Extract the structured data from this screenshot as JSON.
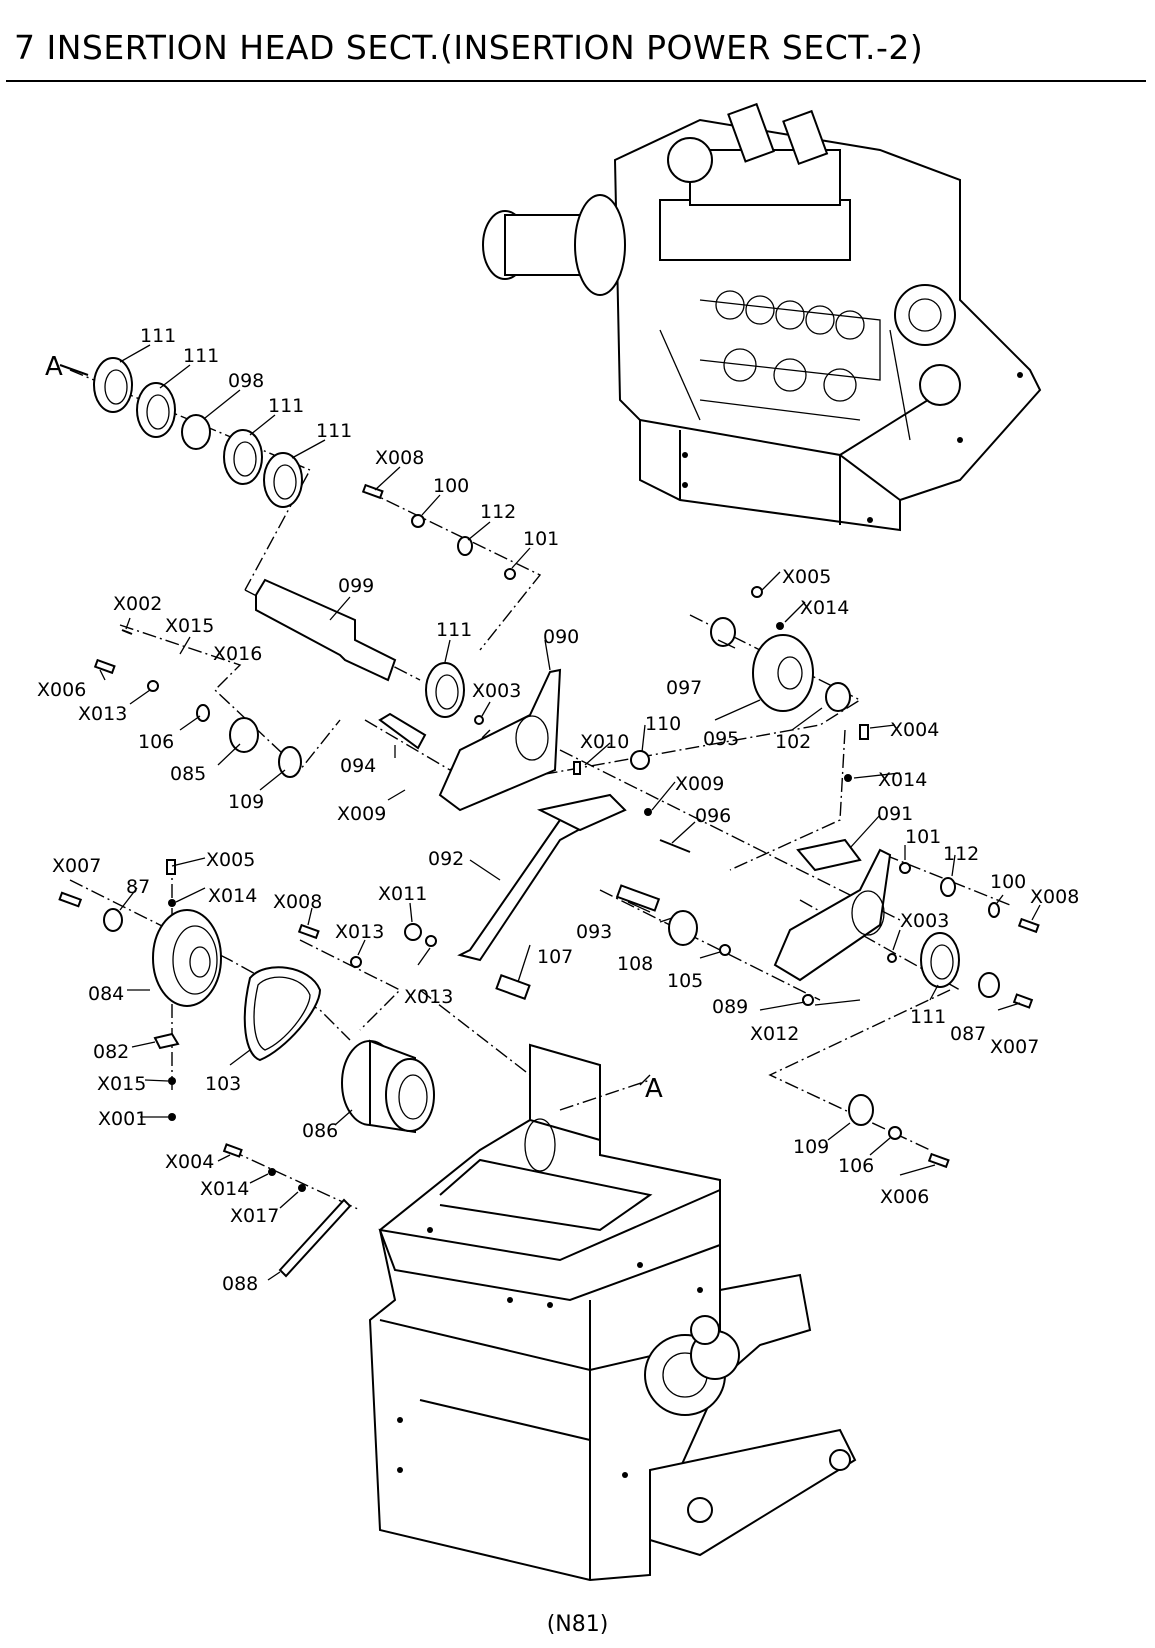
{
  "page": {
    "title": "7 INSERTION HEAD SECT.(INSERTION POWER SECT.-2)",
    "footer": "(N81)"
  },
  "callouts": [
    {
      "id": "c1",
      "text": "111"
    },
    {
      "id": "c2",
      "text": "111"
    },
    {
      "id": "c3",
      "text": "098"
    },
    {
      "id": "c4",
      "text": "111"
    },
    {
      "id": "c5",
      "text": "111"
    },
    {
      "id": "c6",
      "text": "A"
    },
    {
      "id": "c7",
      "text": "X008"
    },
    {
      "id": "c8",
      "text": "100"
    },
    {
      "id": "c9",
      "text": "112"
    },
    {
      "id": "c10",
      "text": "101"
    },
    {
      "id": "c11",
      "text": "099"
    },
    {
      "id": "c12",
      "text": "X002"
    },
    {
      "id": "c13",
      "text": "X015"
    },
    {
      "id": "c14",
      "text": "X016"
    },
    {
      "id": "c15",
      "text": "X006"
    },
    {
      "id": "c16",
      "text": "X013"
    },
    {
      "id": "c17",
      "text": "106"
    },
    {
      "id": "c18",
      "text": "085"
    },
    {
      "id": "c19",
      "text": "109"
    },
    {
      "id": "c20",
      "text": "111"
    },
    {
      "id": "c21",
      "text": "090"
    },
    {
      "id": "c22",
      "text": "X003"
    },
    {
      "id": "c23",
      "text": "094"
    },
    {
      "id": "c24",
      "text": "X009"
    },
    {
      "id": "c25",
      "text": "X005"
    },
    {
      "id": "c26",
      "text": "X014"
    },
    {
      "id": "c27",
      "text": "097"
    },
    {
      "id": "c28",
      "text": "095"
    },
    {
      "id": "c29",
      "text": "102"
    },
    {
      "id": "c30",
      "text": "X004"
    },
    {
      "id": "c31",
      "text": "X014"
    },
    {
      "id": "c32",
      "text": "X010"
    },
    {
      "id": "c33",
      "text": "110"
    },
    {
      "id": "c34",
      "text": "X009"
    },
    {
      "id": "c35",
      "text": "096"
    },
    {
      "id": "c36",
      "text": "091"
    },
    {
      "id": "c37",
      "text": "092"
    },
    {
      "id": "c38",
      "text": "101"
    },
    {
      "id": "c39",
      "text": "112"
    },
    {
      "id": "c40",
      "text": "100"
    },
    {
      "id": "c41",
      "text": "X008"
    },
    {
      "id": "c42",
      "text": "X007"
    },
    {
      "id": "c43",
      "text": "87"
    },
    {
      "id": "c44",
      "text": "X005"
    },
    {
      "id": "c45",
      "text": "X014"
    },
    {
      "id": "c46",
      "text": "X008"
    },
    {
      "id": "c47",
      "text": "X011"
    },
    {
      "id": "c48",
      "text": "X013"
    },
    {
      "id": "c49",
      "text": "093"
    },
    {
      "id": "c50",
      "text": "X003"
    },
    {
      "id": "c51",
      "text": "084"
    },
    {
      "id": "c52",
      "text": "X013"
    },
    {
      "id": "c53",
      "text": "107"
    },
    {
      "id": "c54",
      "text": "108"
    },
    {
      "id": "c55",
      "text": "105"
    },
    {
      "id": "c56",
      "text": "089"
    },
    {
      "id": "c57",
      "text": "111"
    },
    {
      "id": "c58",
      "text": "X012"
    },
    {
      "id": "c59",
      "text": "087"
    },
    {
      "id": "c60",
      "text": "X007"
    },
    {
      "id": "c61",
      "text": "082"
    },
    {
      "id": "c62",
      "text": "103"
    },
    {
      "id": "c63",
      "text": "X015"
    },
    {
      "id": "c64",
      "text": "A"
    },
    {
      "id": "c65",
      "text": "X001"
    },
    {
      "id": "c66",
      "text": "086"
    },
    {
      "id": "c67",
      "text": "X004"
    },
    {
      "id": "c68",
      "text": "X014"
    },
    {
      "id": "c69",
      "text": "X017"
    },
    {
      "id": "c70",
      "text": "088"
    },
    {
      "id": "c71",
      "text": "109"
    },
    {
      "id": "c72",
      "text": "106"
    },
    {
      "id": "c73",
      "text": "X006"
    }
  ]
}
